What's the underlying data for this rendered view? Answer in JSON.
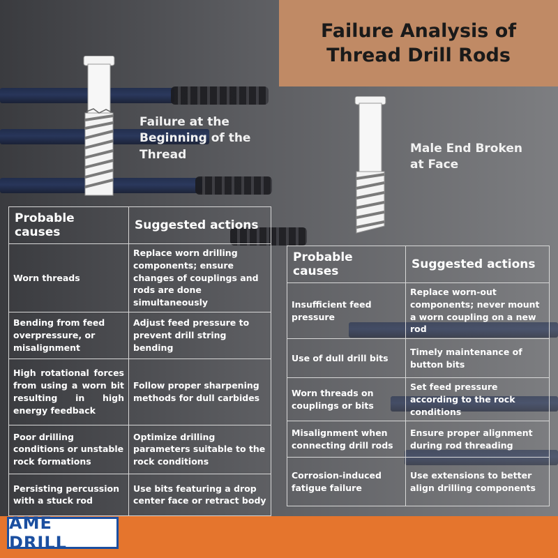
{
  "title": "Failure Analysis of\nThread Drill Rods",
  "left_failure": "Failure at the\nBeginning of the\nThread",
  "right_failure": "Male End Broken\nat Face",
  "left_table": {
    "headers": [
      "Probable causes",
      "Suggested actions"
    ],
    "rows": [
      {
        "cause": "Worn threads",
        "action": "Replace worn drilling components; ensure changes of couplings and rods are done simultaneously"
      },
      {
        "cause": "Bending from feed overpressure, or misalignment",
        "action": "Adjust feed pressure to prevent drill string bending"
      },
      {
        "cause": "High rotational forces from using a worn bit resulting in high energy feedback",
        "action": "Follow proper sharpening methods for dull carbides"
      },
      {
        "cause": "Poor drilling conditions or unstable rock formations",
        "action": "Optimize drilling parameters suitable to the rock conditions"
      },
      {
        "cause": "Persisting percussion with a stuck rod",
        "action": "Use bits featuring a drop center face or retract body"
      }
    ]
  },
  "right_table": {
    "headers": [
      "Probable causes",
      "Suggested actions"
    ],
    "rows": [
      {
        "cause": "Insufficient feed pressure",
        "action": "Replace worn-out components; never mount a worn coupling on a new rod"
      },
      {
        "cause": "Use of dull drill bits",
        "action": "Timely maintenance of button bits"
      },
      {
        "cause": "Worn threads on couplings or bits",
        "action": "Set feed pressure according to the rock conditions"
      },
      {
        "cause": "Misalignment when connecting drill rods",
        "action": "Ensure proper alignment during rod threading"
      },
      {
        "cause": "Corrosion-induced fatigue failure",
        "action": "Use extensions to better align drilling components"
      }
    ]
  },
  "logo_text": "AME DRILL",
  "colors": {
    "banner": "#c08a65",
    "footer": "#e5752d",
    "logo_blue": "#1b4fa0",
    "rod_blue": "#1c2a4d"
  }
}
